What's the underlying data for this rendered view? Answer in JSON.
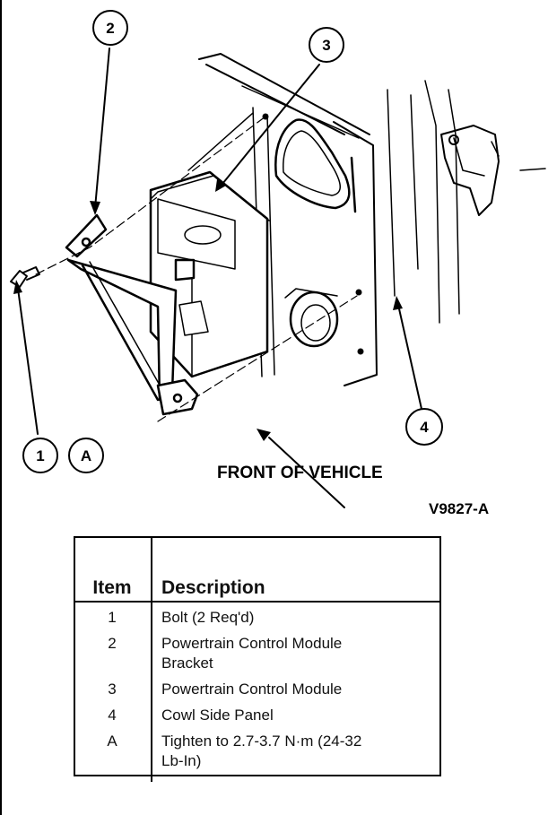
{
  "callouts": {
    "c1": "1",
    "c2": "2",
    "c3": "3",
    "c4": "4",
    "cA": "A"
  },
  "diagram": {
    "caption": "FRONT OF VEHICLE",
    "figure_id": "V9827-A"
  },
  "legend": {
    "header_item": "Item",
    "header_description": "Description",
    "rows": [
      {
        "item": "1",
        "line1": "Bolt (2 Req'd)",
        "line2": ""
      },
      {
        "item": "2",
        "line1": "Powertrain Control Module",
        "line2": "Bracket"
      },
      {
        "item": "3",
        "line1": "Powertrain Control Module",
        "line2": ""
      },
      {
        "item": "4",
        "line1": "Cowl Side Panel",
        "line2": ""
      },
      {
        "item": "A",
        "line1": "Tighten to 2.7-3.7 N·m (24-32",
        "line2": "Lb-In)"
      }
    ]
  }
}
